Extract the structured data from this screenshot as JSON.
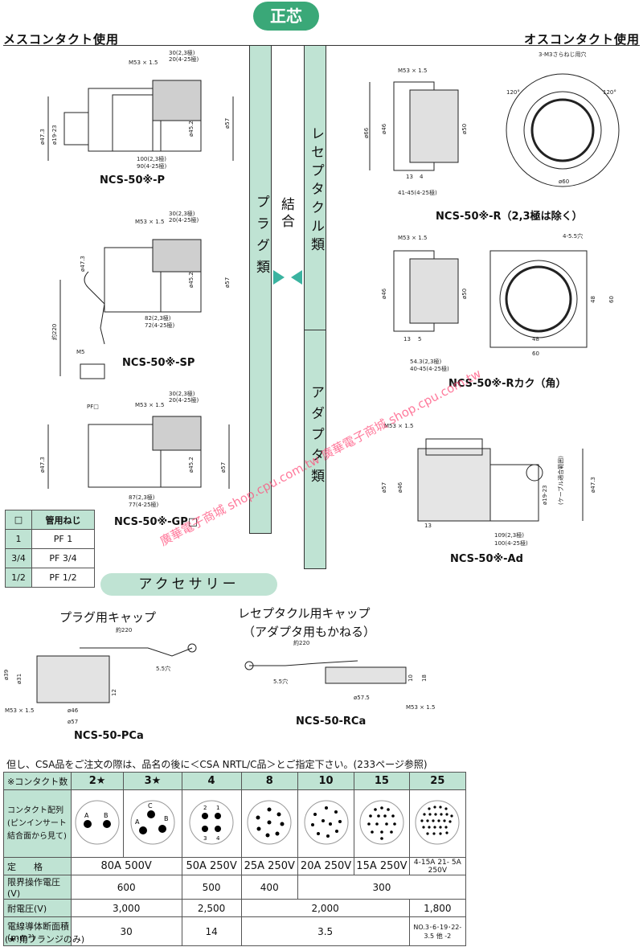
{
  "header": {
    "center_pill": "正芯",
    "left_title": "メスコンタクト使用",
    "right_title": "オスコンタクト使用"
  },
  "vertical_labels": {
    "plug": "プラグ類",
    "join": "結合",
    "receptacle": "レセプタクル類",
    "adapter": "アダプタ類"
  },
  "models": {
    "p": "NCS-50※-P",
    "sp": "NCS-50※-SP",
    "gp": "NCS-50※-GP□",
    "r": "NCS-50※-R（2,3極は除く）",
    "rkaku": "NCS-50※-Rカク（角）",
    "ad": "NCS-50※-Ad",
    "pca": "NCS-50-PCa",
    "rca": "NCS-50-RCa"
  },
  "dims": {
    "m53": "M53 × 1.5",
    "d30_20": "30(2,3極)",
    "d20_425": "20(4-25極)",
    "phi47_3": "ø47.3",
    "phi45_2": "ø45.2",
    "phi57": "ø57",
    "phi19_23": "ø19-23",
    "cable": "(ケーブル適合範囲)",
    "len100": "100(2,3極)",
    "len90": "90(4-25極)",
    "len82": "82(2,3極)",
    "len72": "72(4-25極)",
    "len87": "87(2,3極)",
    "len77": "77(4-25極)",
    "yaku220": "約220",
    "m5": "M5",
    "pf": "PF□",
    "m3": "3-M3さらねじ用穴",
    "phi66": "ø66",
    "phi46": "ø46",
    "phi50": "ø50",
    "phi60": "ø60",
    "n13": "13",
    "n4": "4",
    "n41_45": "41-45(4-25極)",
    "n120": "120°",
    "n5": "5",
    "n543": "54.3(2,3極)",
    "n40_45": "40-45(4-25極)",
    "hole4": "4-5.5穴",
    "n48": "48",
    "n60": "60",
    "n109": "109(2,3極)",
    "n100b": "100(4-25極)",
    "phi39": "ø39",
    "phi31": "ø31",
    "hole55": "5.5穴",
    "n12": "12",
    "n10": "10",
    "n18": "18",
    "phi57_5": "ø57.5"
  },
  "pipe_table": {
    "headers": [
      "□",
      "管用ねじ"
    ],
    "rows": [
      [
        "1",
        "PF 1"
      ],
      [
        "3/4",
        "PF 3/4"
      ],
      [
        "1/2",
        "PF 1/2"
      ]
    ]
  },
  "accessory": {
    "title": "アクセサリー",
    "plug_cap": "プラグ用キャップ",
    "rec_cap_line1": "レセプタクル用キャップ",
    "rec_cap_line2": "（アダプタ用もかねる）"
  },
  "note": "但し、CSA品をご注文の際は、品名の後に＜CSA NRTL/C品＞とご指定下さい。(233ページ参照)",
  "footnote": "(★:角フランジのみ)",
  "spec": {
    "row_labels": {
      "contacts": "※コンタクト数",
      "layout": "コンタクト配列(ピンインサート結合面から見て)",
      "rating": "定　　格",
      "limit_voltage": "限界操作電圧(V)",
      "withstand": "耐電圧(V)",
      "wire": "電線導体断面積(mm²)"
    },
    "contacts": [
      "2★",
      "3★",
      "4",
      "8",
      "10",
      "15",
      "25"
    ],
    "rating": [
      "80A 500V",
      "50A 250V",
      "25A 250V",
      "20A 250V",
      "15A 250V",
      "4-15A 21- 5A 250V"
    ],
    "limit_voltage": [
      "600",
      "500",
      "400",
      "300"
    ],
    "withstand": [
      "3,000",
      "2,500",
      "2,000",
      "1,800"
    ],
    "wire": [
      "30",
      "14",
      "3.5",
      "NO.3･6･19･22-3.5 他 -2"
    ],
    "pin_labels_2": [
      "A",
      "B"
    ],
    "pin_labels_3": [
      "C",
      "A",
      "B"
    ],
    "pin_labels_4": [
      "2",
      "1",
      "3",
      "4"
    ]
  },
  "watermark": "廣華電子商城 shop.cpu.com.tw 廣華電子商城 shop.cpu.com.tw",
  "colors": {
    "band": "#bfe3d3",
    "pill": "#3aa878",
    "watermark": "#ff4d7a"
  }
}
